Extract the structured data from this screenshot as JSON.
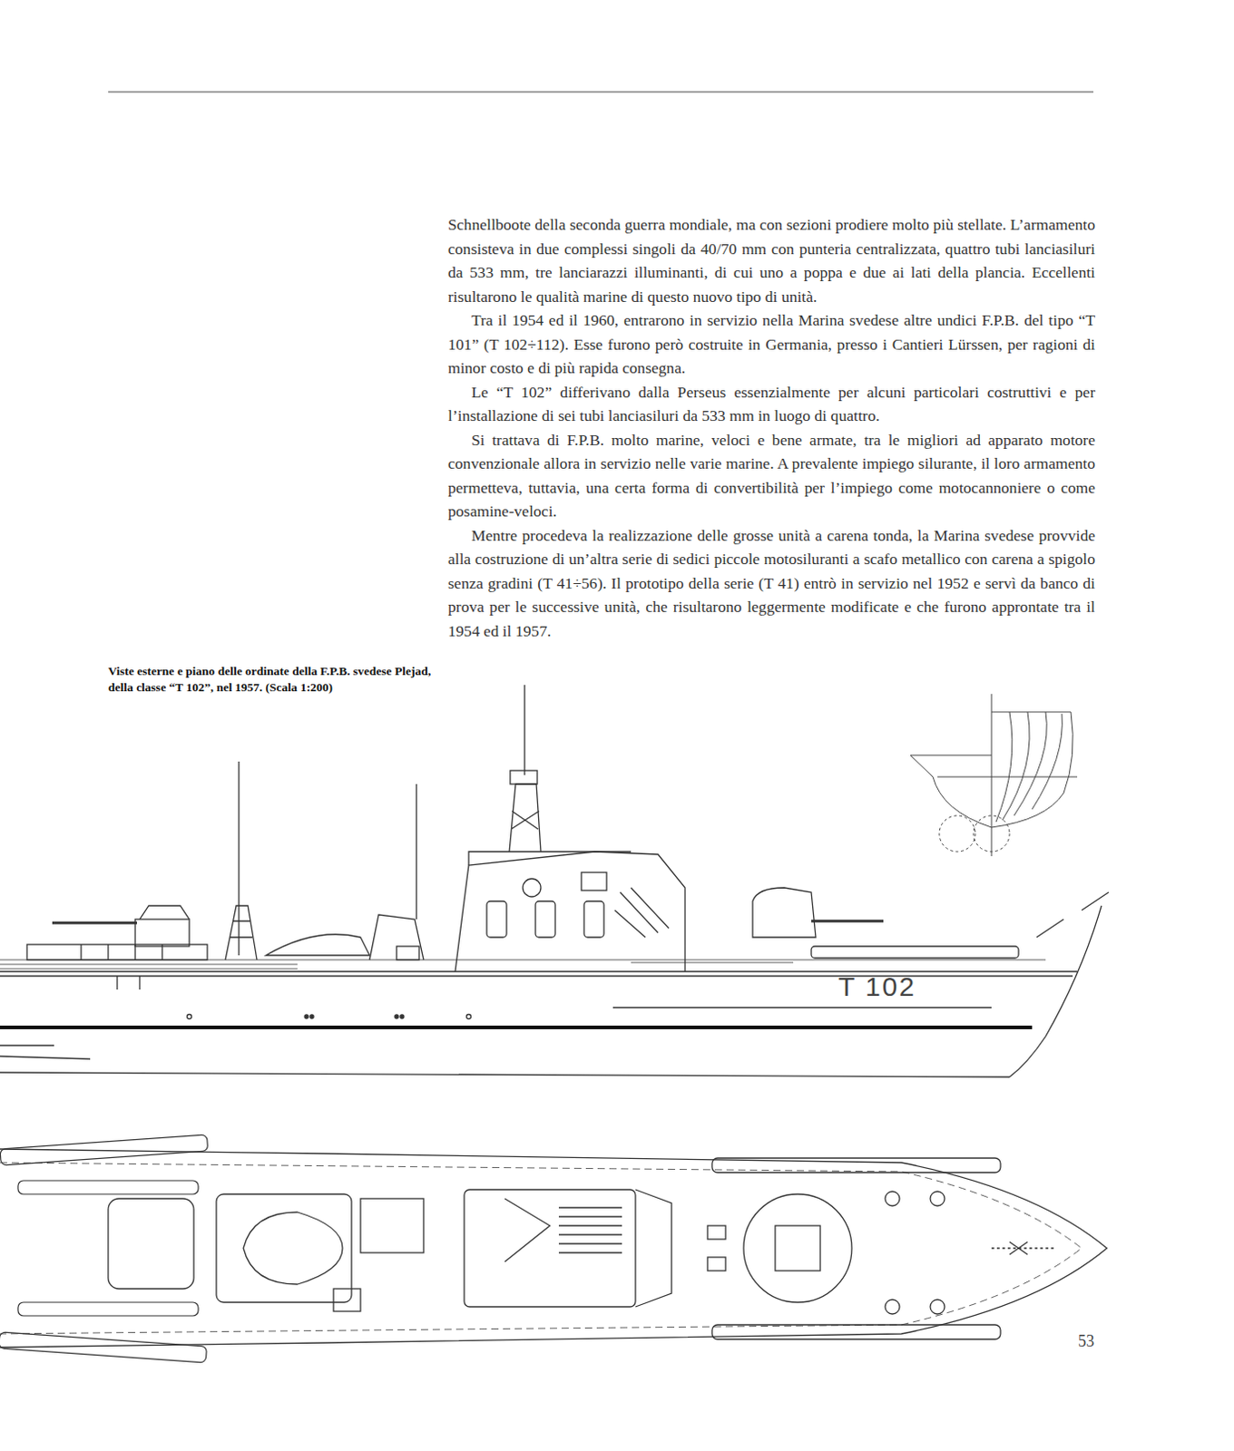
{
  "diagram": {
    "caption": "Viste esterne e piano delle ordinate della F.P.B. svedese Plejad, della classe “T 102”, nel 1957. (Scala 1:200)",
    "labels": [
      "Schnellboote della seconda guerra mondiale, ma con sezioni prodiere molto più stellate. L’armamento consisteva in due complessi singoli da 40/70 mm con punteria centralizzata, quattro tubi lanciasiluri da 533 mm, tre lanciarazzi illuminanti, di cui uno a poppa e due ai lati della plancia. Eccellenti risultarono le qualità marine di questo nuovo tipo di unità.",
      "Tra il 1954 ed il 1960, entrarono in servizio nella Marina svedese altre undici F.P.B. del tipo “T 101” (T 102÷112). Esse furono però costruite in Germania, presso i Cantieri Lürssen, per ragioni di minor costo e di più rapida consegna.",
      "Le “T 102” differivano dalla Perseus essenzialmente per alcuni particolari costruttivi e per l’installazione di sei tubi lanciasiluri da 533 mm in luogo di quattro.",
      "Si trattava di F.P.B. molto marine, veloci e bene armate, tra le migliori ad apparato motore convenzionale allora in servizio nelle varie marine. A prevalente impiego silurante, il loro armamento permetteva, tuttavia, una certa forma di convertibilità per l’impiego come motocannoniere o come posamine-veloci.",
      "Mentre procedeva la realizzazione delle grosse unità a carena tonda, la Marina svedese provvide alla costruzione di un’altra serie di sedici piccole motosiluranti a scafo metallico con carena a spigolo senza gradini (T 41÷56). Il prototipo della serie (T 41) entrò in servizio nel 1952 e servì da banco di prova per le successive unità, che risultarono leggermente modificate e che furono approntate tra il 1954 ed il 1957.",
      "T 102",
      "53"
    ]
  }
}
